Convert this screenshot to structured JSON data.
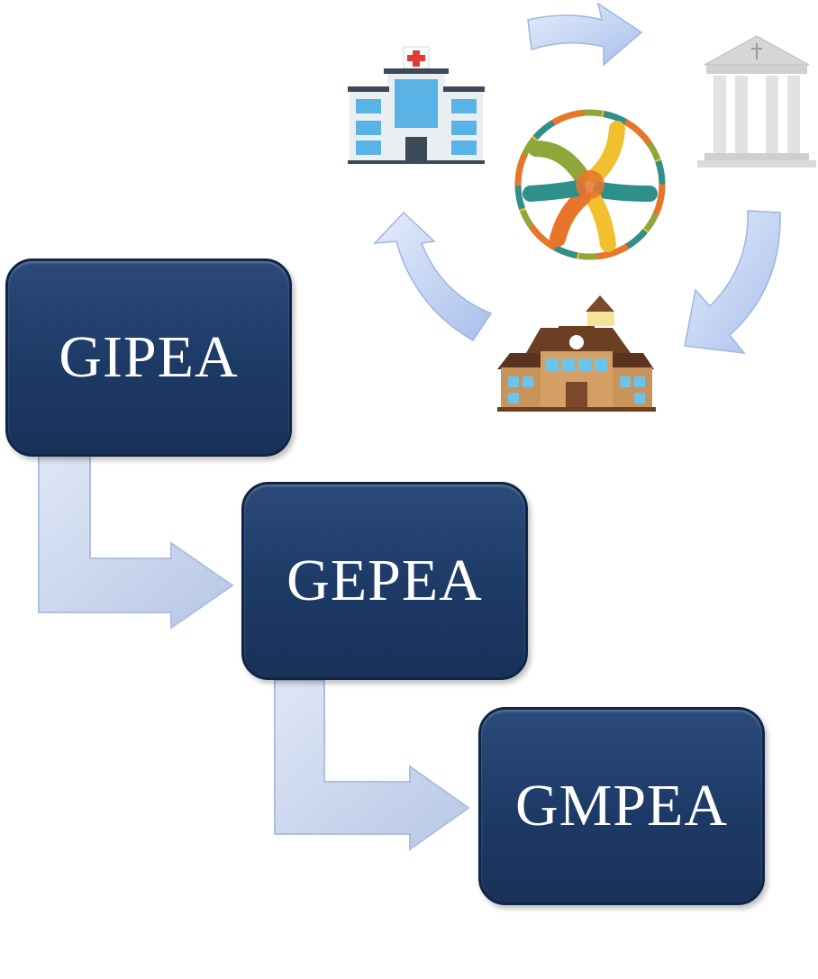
{
  "diagram": {
    "steps": [
      {
        "label": "GIPEA"
      },
      {
        "label": "GEPEA"
      },
      {
        "label": "GMPEA"
      }
    ]
  },
  "cycle": {
    "icons": [
      "hospital-icon",
      "courthouse-icon",
      "school-icon",
      "joined-hands-icon"
    ]
  },
  "colors": {
    "box_fill": "#1d3a66",
    "box_border": "#0f2446",
    "arrow_fill": "#c9d6ee",
    "cycle_arrow_fill": "#b9cdf2",
    "ring": [
      "#8fa63b",
      "#f2c02f",
      "#2f8f8a",
      "#e8752a"
    ]
  }
}
